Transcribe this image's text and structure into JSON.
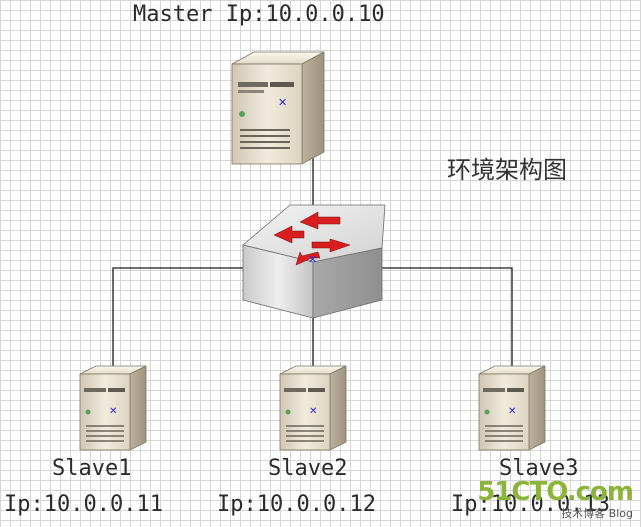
{
  "diagram": {
    "title": "环境架构图",
    "master": {
      "label": "Master Ip:10.0.0.10"
    },
    "slaves": [
      {
        "name": "Slave1",
        "ip": "Ip:10.0.0.11"
      },
      {
        "name": "Slave2",
        "ip": "Ip:10.0.0.12"
      },
      {
        "name": "Slave3",
        "ip": "Ip:10.0.0.13"
      }
    ]
  },
  "watermark": {
    "logo": "51CTO.com",
    "subtitle": "技术博客 Blog"
  },
  "colors": {
    "grid": "#d6d6d6",
    "server_body": "#e9e1cf",
    "switch_body": "#d9d9d9",
    "switch_arrows": "#d81e1e",
    "connector": "#1a1a1a",
    "watermark": "#8cb33a"
  }
}
